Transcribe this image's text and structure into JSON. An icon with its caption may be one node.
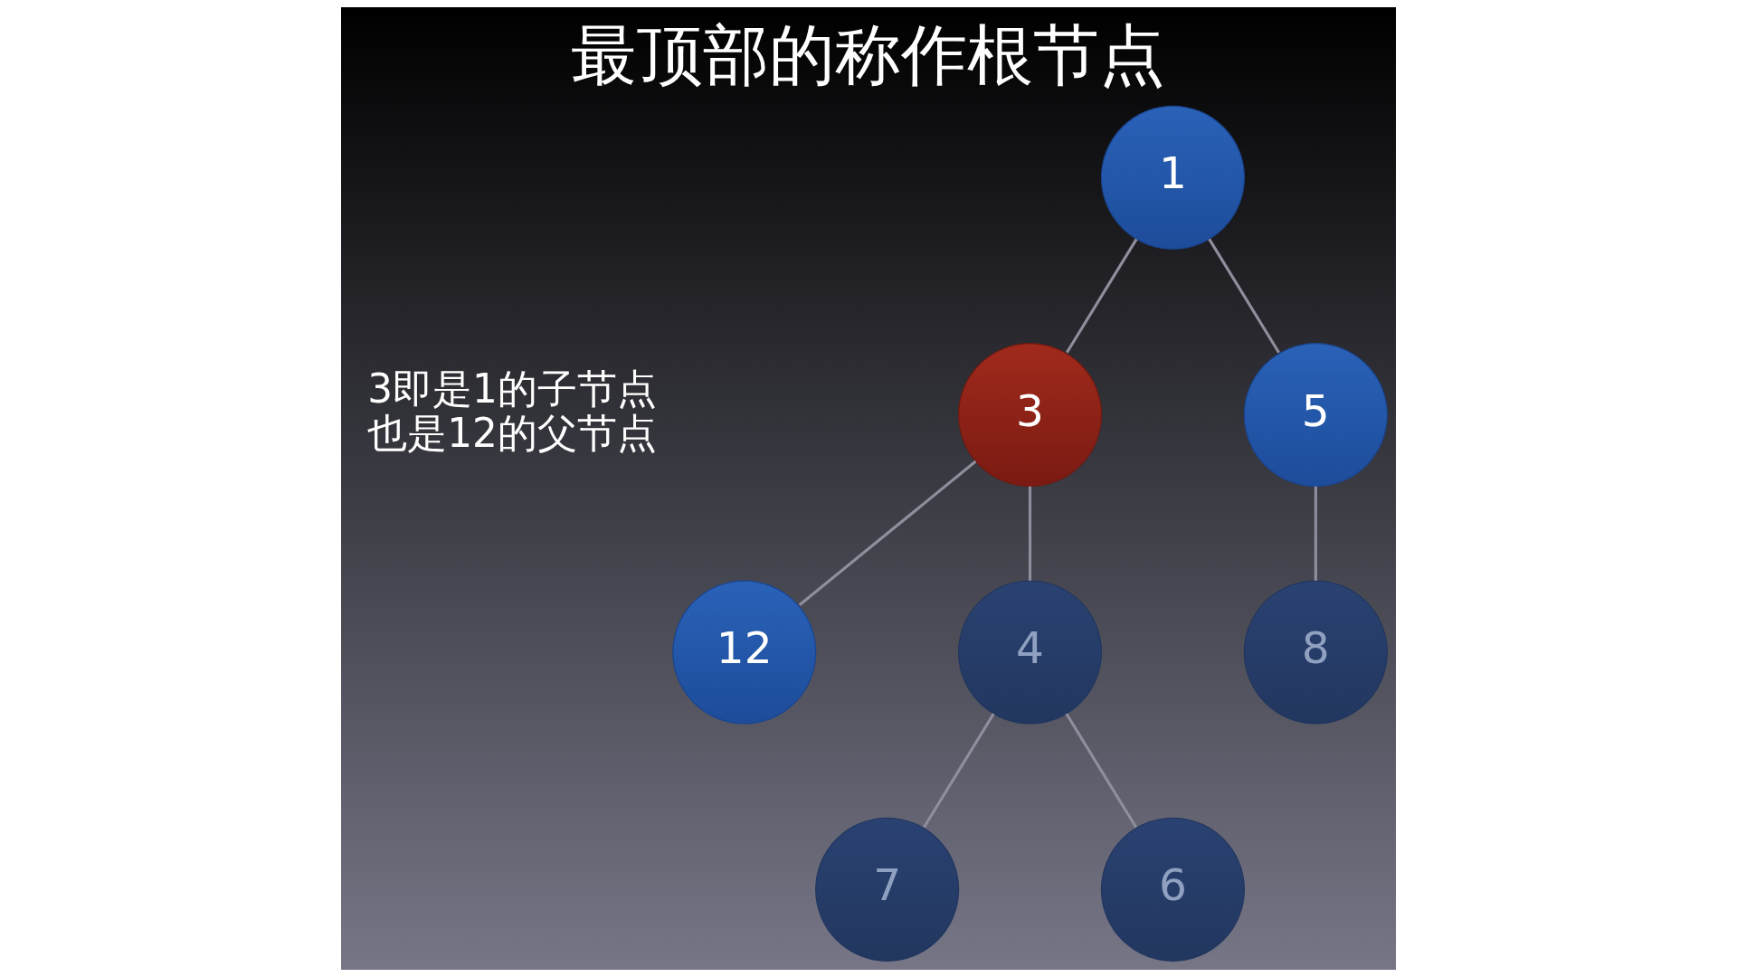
{
  "diagram": {
    "title": "最顶部的称作根节点",
    "nodes": [
      {
        "text": [
          "1"
        ]
      },
      {
        "text": [
          "3"
        ]
      },
      {
        "text": [
          "5"
        ]
      },
      {
        "text": [
          "12"
        ]
      },
      {
        "text": [
          "4"
        ]
      },
      {
        "text": [
          "8"
        ]
      },
      {
        "text": [
          "7"
        ]
      },
      {
        "text": [
          "6"
        ]
      }
    ],
    "edges": [
      {
        "from": 0,
        "to": 1,
        "arrow": "none"
      },
      {
        "from": 0,
        "to": 2,
        "arrow": "none"
      },
      {
        "from": 1,
        "to": 3,
        "arrow": "none"
      },
      {
        "from": 1,
        "to": 4,
        "arrow": "none"
      },
      {
        "from": 2,
        "to": 5,
        "arrow": "none"
      },
      {
        "from": 4,
        "to": 6,
        "arrow": "none"
      },
      {
        "from": 4,
        "to": 7,
        "arrow": "none"
      }
    ],
    "labels": [
      "3即是1的子节点",
      "也是12的父节点"
    ]
  }
}
